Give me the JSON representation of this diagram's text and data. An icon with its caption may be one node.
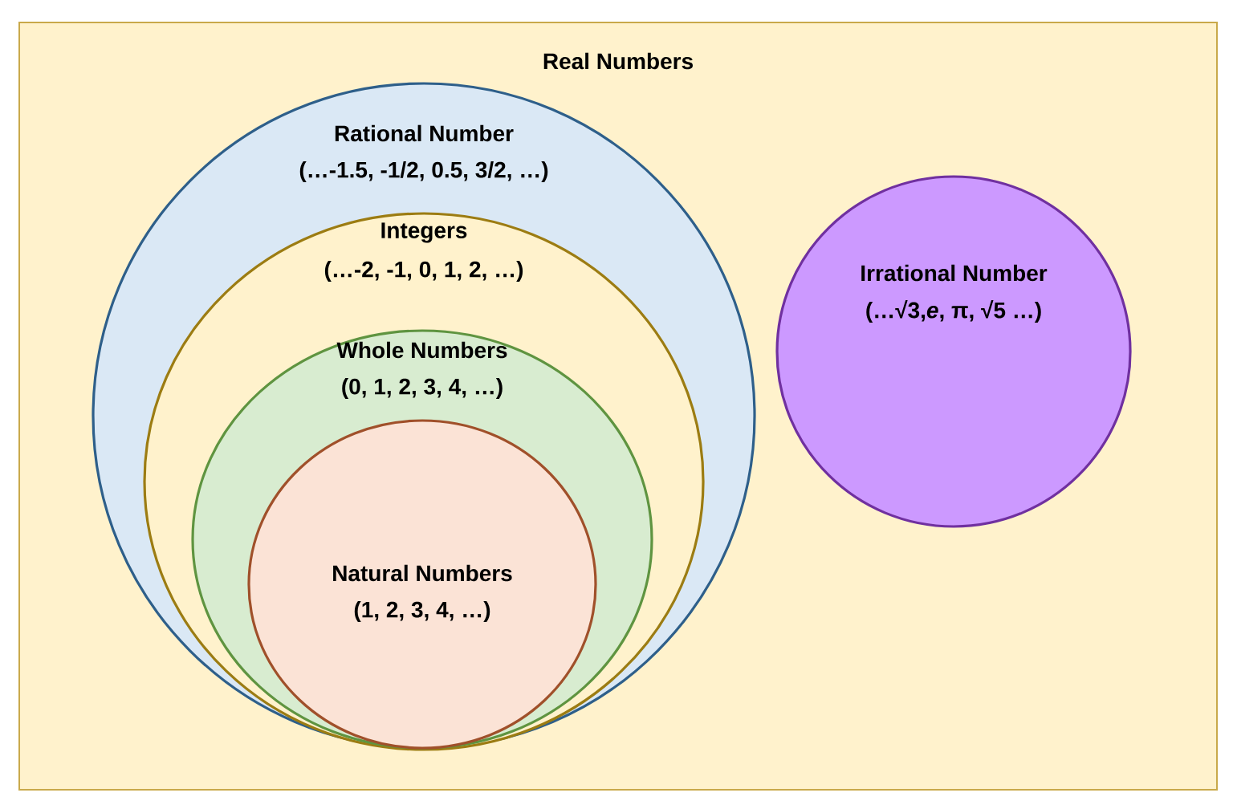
{
  "diagram": {
    "nodes": [
      {
        "text": [
          "Real Numbers"
        ]
      },
      {
        "text": [
          "Rational Number",
          "(…-1.5, -1/2, 0.5, 3/2, …)"
        ],
        "in": 0
      },
      {
        "text": [
          "Integers",
          "(…-2, -1, 0, 1, 2, …)"
        ],
        "in": 1
      },
      {
        "text": [
          "Whole Numbers",
          "(0, 1, 2, 3, 4, …)"
        ],
        "in": 2
      },
      {
        "text": [
          "Natural Numbers",
          "(1, 2, 3, 4, …)"
        ],
        "in": 3
      },
      {
        "text": [
          "Irrational Number",
          "(…√3,*e*, π, √5 …)"
        ],
        "in": 0
      }
    ]
  }
}
